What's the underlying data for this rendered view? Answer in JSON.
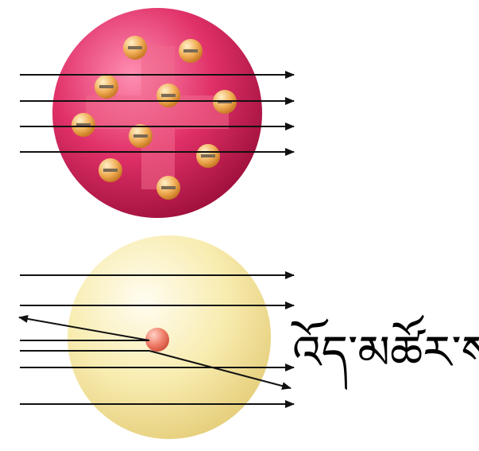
{
  "models": [
    {
      "id": "plum-pudding",
      "sphere_color": "#d8245f",
      "cross_color": "#f06a8c",
      "electron_fill": "#f2b25a",
      "electron_count": 10,
      "electron_sign": "−",
      "rays": 4,
      "rays_deflected": 0
    },
    {
      "id": "nuclear",
      "sphere_color": "#f7e9a6",
      "nucleus_color": "#f08070",
      "rays": 6,
      "rays_deflected": 2
    }
  ],
  "annotation": {
    "text": "འོད་མཚོར་ས།"
  },
  "arrow_color": "#111111"
}
